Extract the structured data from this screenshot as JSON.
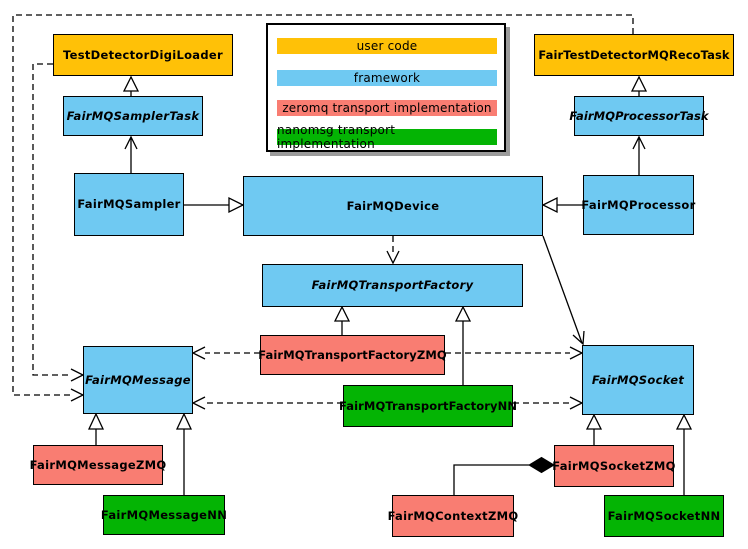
{
  "legend": {
    "items": [
      {
        "label": "user code",
        "color": "#FFC107"
      },
      {
        "label": "framework",
        "color": "#6FC9F2"
      },
      {
        "label": "zeromq transport implementation",
        "color": "#F97D72"
      },
      {
        "label": "nanomsg transport implementation",
        "color": "#04B404"
      }
    ]
  },
  "colors": {
    "user_code": "#FFC107",
    "framework": "#6FC9F2",
    "zeromq": "#F97D72",
    "nanomsg": "#04B404",
    "border": "#000000",
    "background": "#FFFFFF"
  },
  "nodes": {
    "testDetectorDigiLoader": {
      "label": "TestDetectorDigiLoader",
      "category": "user code"
    },
    "fairTestDetectorMQRecoTask": {
      "label": "FairTestDetectorMQRecoTask",
      "category": "user code"
    },
    "fairMQSamplerTask": {
      "label": "FairMQSamplerTask",
      "category": "framework",
      "abstract": true
    },
    "fairMQProcessorTask": {
      "label": "FairMQProcessorTask",
      "category": "framework",
      "abstract": true
    },
    "fairMQSampler": {
      "label": "FairMQSampler",
      "category": "framework"
    },
    "fairMQDevice": {
      "label": "FairMQDevice",
      "category": "framework"
    },
    "fairMQProcessor": {
      "label": "FairMQProcessor",
      "category": "framework"
    },
    "fairMQTransportFactory": {
      "label": "FairMQTransportFactory",
      "category": "framework",
      "abstract": true
    },
    "fairMQTransportFactoryZMQ": {
      "label": "FairMQTransportFactoryZMQ",
      "category": "zeromq transport implementation"
    },
    "fairMQTransportFactoryNN": {
      "label": "FairMQTransportFactoryNN",
      "category": "nanomsg transport implementation"
    },
    "fairMQMessage": {
      "label": "FairMQMessage",
      "category": "framework",
      "abstract": true
    },
    "fairMQSocket": {
      "label": "FairMQSocket",
      "category": "framework",
      "abstract": true
    },
    "fairMQMessageZMQ": {
      "label": "FairMQMessageZMQ",
      "category": "zeromq transport implementation"
    },
    "fairMQMessageNN": {
      "label": "FairMQMessageNN",
      "category": "nanomsg transport implementation"
    },
    "fairMQContextZMQ": {
      "label": "FairMQContextZMQ",
      "category": "zeromq transport implementation"
    },
    "fairMQSocketZMQ": {
      "label": "FairMQSocketZMQ",
      "category": "zeromq transport implementation"
    },
    "fairMQSocketNN": {
      "label": "FairMQSocketNN",
      "category": "nanomsg transport implementation"
    }
  },
  "relations": [
    {
      "from": "FairMQSamplerTask",
      "to": "TestDetectorDigiLoader",
      "style": "solid-hollow-triangle"
    },
    {
      "from": "FairMQProcessorTask",
      "to": "FairTestDetectorMQRecoTask",
      "style": "solid-hollow-triangle"
    },
    {
      "from": "FairMQSampler",
      "to": "FairMQSamplerTask",
      "style": "solid-open-arrow"
    },
    {
      "from": "FairMQProcessor",
      "to": "FairMQProcessorTask",
      "style": "solid-open-arrow"
    },
    {
      "from": "FairMQSampler",
      "to": "FairMQDevice",
      "style": "solid-hollow-triangle"
    },
    {
      "from": "FairMQProcessor",
      "to": "FairMQDevice",
      "style": "solid-hollow-triangle"
    },
    {
      "from": "FairMQDevice",
      "to": "FairMQTransportFactory",
      "style": "dashed-open-arrow"
    },
    {
      "from": "FairMQDevice",
      "to": "FairMQSocket",
      "style": "solid-open-arrow"
    },
    {
      "from": "FairMQTransportFactoryZMQ",
      "to": "FairMQTransportFactory",
      "style": "solid-hollow-triangle"
    },
    {
      "from": "FairMQTransportFactoryNN",
      "to": "FairMQTransportFactory",
      "style": "solid-hollow-triangle"
    },
    {
      "from": "FairMQTransportFactoryZMQ",
      "to": "FairMQMessage",
      "style": "dashed-open-arrow"
    },
    {
      "from": "FairMQTransportFactoryZMQ",
      "to": "FairMQSocket",
      "style": "dashed-open-arrow"
    },
    {
      "from": "FairMQTransportFactoryNN",
      "to": "FairMQMessage",
      "style": "dashed-open-arrow"
    },
    {
      "from": "FairMQTransportFactoryNN",
      "to": "FairMQSocket",
      "style": "dashed-open-arrow"
    },
    {
      "from": "TestDetectorDigiLoader",
      "to": "FairMQMessage",
      "style": "dashed-open-arrow"
    },
    {
      "from": "FairTestDetectorMQRecoTask",
      "to": "FairMQMessage",
      "style": "dashed-open-arrow"
    },
    {
      "from": "FairMQMessageZMQ",
      "to": "FairMQMessage",
      "style": "solid-hollow-triangle"
    },
    {
      "from": "FairMQMessageNN",
      "to": "FairMQMessage",
      "style": "solid-hollow-triangle"
    },
    {
      "from": "FairMQSocketZMQ",
      "to": "FairMQSocket",
      "style": "solid-hollow-triangle"
    },
    {
      "from": "FairMQSocketNN",
      "to": "FairMQSocket",
      "style": "solid-hollow-triangle"
    },
    {
      "from": "FairMQContextZMQ",
      "to": "FairMQSocketZMQ",
      "style": "composition-filled-diamond"
    }
  ]
}
